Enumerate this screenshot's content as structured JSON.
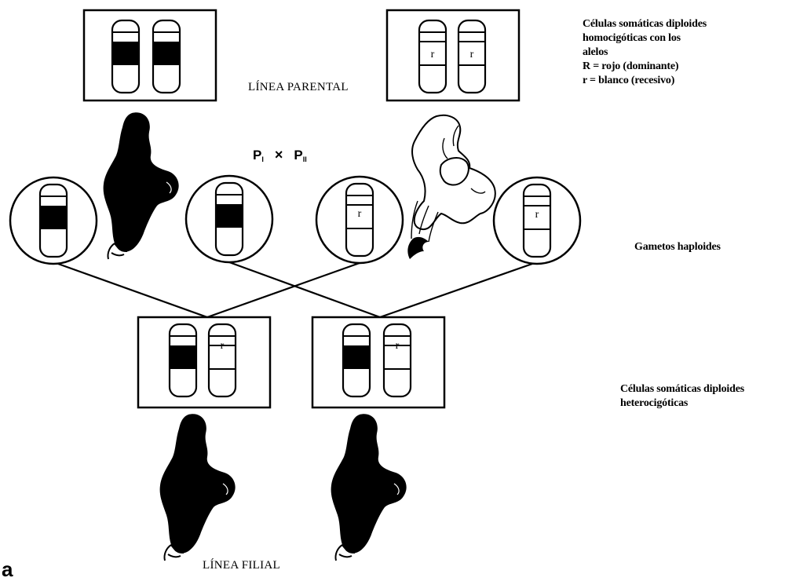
{
  "labels": {
    "parental": "LÍNEA PARENTAL",
    "filial": "LÍNEA FILIAL",
    "gametes": "Gametos haploides",
    "cross_p1": "P",
    "cross_p1_sub": "I",
    "cross_x": "×",
    "cross_p2": "P",
    "cross_p2_sub": "II",
    "corner_letter": "a"
  },
  "legend": {
    "line1": "Células somáticas diploides",
    "line2": "homocigóticas con los",
    "line3": "alelos",
    "line4": "R = rojo (dominante)",
    "line5": "r = blanco (recesivo)"
  },
  "filial_note": {
    "line1": "Células somáticas diploides",
    "line2": "heterocigóticas"
  },
  "allele": {
    "recessive": "r"
  },
  "colors": {
    "ink": "#000000",
    "paper": "#ffffff"
  }
}
